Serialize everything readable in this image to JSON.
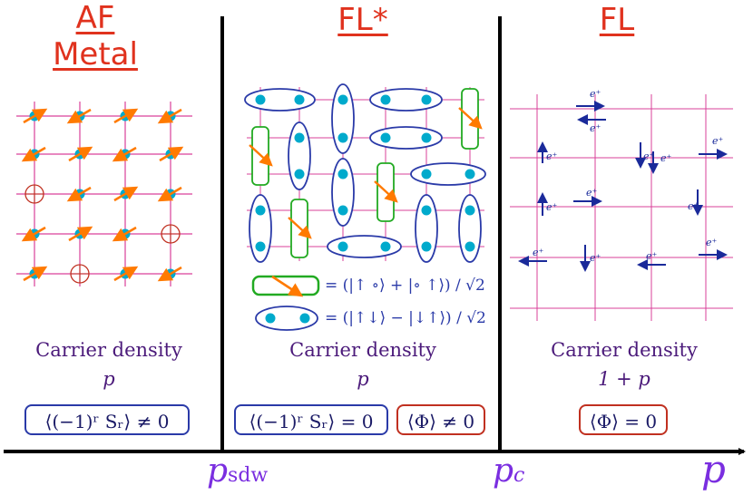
{
  "phases": [
    {
      "title_lines": [
        "AF",
        "Metal"
      ],
      "carrier_label": "Carrier density",
      "carrier_value": "p",
      "order_params": [
        "⟨(−1)ʳ Sᵣ⟩ ≠ 0"
      ]
    },
    {
      "title_lines": [
        "FL*"
      ],
      "carrier_label": "Carrier density",
      "carrier_value": "p",
      "order_params": [
        "⟨(−1)ʳ Sᵣ⟩ = 0",
        "⟨Φ⟩ ≠ 0"
      ]
    },
    {
      "title_lines": [
        "FL"
      ],
      "carrier_label": "Carrier density",
      "carrier_value": "1 + p",
      "order_params": [
        "⟨Φ⟩ = 0"
      ]
    }
  ],
  "axis": {
    "label": "p",
    "ticks": [
      "p_sdw",
      "p_c"
    ],
    "tick_sdw_main": "p",
    "tick_sdw_sub": "sdw",
    "tick_c_main": "p",
    "tick_c_sub": "c"
  },
  "legend": [
    {
      "symbol": "green-box-with-arrow",
      "text": "= (|↑ ∘⟩ + |∘ ↑⟩) / √2"
    },
    {
      "symbol": "blue-ellipse-pair",
      "text": "= (|↑↓⟩ − |↓↑⟩) / √2"
    }
  ],
  "fl_electron_label": "e⁺",
  "colors": {
    "title": "#e0321e",
    "text": "#4b1a7a",
    "grid": "#d9409a",
    "spin": "#ff7a00",
    "site": "#00aacc",
    "singlet": "#2a3aa8",
    "hole_pair": "#22aa22",
    "electron": "#1a2a9a",
    "axis": "#7a2ee0"
  }
}
